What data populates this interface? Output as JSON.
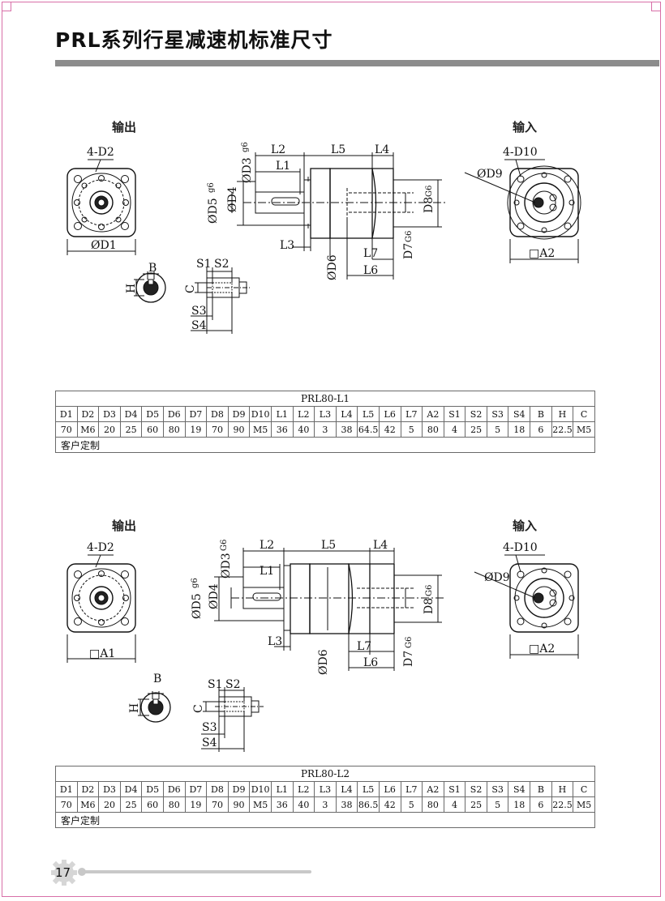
{
  "page": {
    "title": "PRL系列行星减速机标准尺寸",
    "page_number": "17"
  },
  "sections": [
    {
      "model": "PRL80-L1",
      "output_caption": "输出",
      "input_caption": "输入",
      "labels": {
        "d2": "4-D2",
        "d1": "ØD1",
        "d10": "4-D10",
        "d9": "ØD9",
        "a2": "□A2",
        "d3": "ØD3",
        "d3_tol": "g6",
        "d5": "ØD5",
        "d5_tol": "g6",
        "d4": "ØD4",
        "l1": "L1",
        "l2": "L2",
        "l3": "L3",
        "l4": "L4",
        "l5": "L5",
        "l6": "L6",
        "l7": "L7",
        "d6": "ØD6",
        "d7": "D7",
        "d7_tol": "G6",
        "d8": "D8",
        "d8_tol": "G6",
        "b": "B",
        "h": "H",
        "c": "C",
        "s1": "S1",
        "s2": "S2",
        "s3": "S3",
        "s4": "S4"
      },
      "headers": [
        "D1",
        "D2",
        "D3",
        "D4",
        "D5",
        "D6",
        "D7",
        "D8",
        "D9",
        "D10",
        "L1",
        "L2",
        "L3",
        "L4",
        "L5",
        "L6",
        "L7",
        "A2",
        "S1",
        "S2",
        "S3",
        "S4",
        "B",
        "H",
        "C"
      ],
      "values": [
        "70",
        "M6",
        "20",
        "25",
        "60",
        "80",
        "19",
        "70",
        "90",
        "M5",
        "36",
        "40",
        "3",
        "38",
        "64.5",
        "42",
        "5",
        "80",
        "4",
        "25",
        "5",
        "18",
        "6",
        "22.5",
        "M5"
      ],
      "note": "客户定制"
    },
    {
      "model": "PRL80-L2",
      "output_caption": "输出",
      "input_caption": "输入",
      "labels": {
        "d2": "4-D2",
        "d1": "□A1",
        "d10": "4-D10",
        "d9": "ØD9",
        "a2": "□A2",
        "d3": "ØD3",
        "d3_tol": "G6",
        "d5": "ØD5",
        "d5_tol": "g6",
        "d4": "ØD4",
        "l1": "L1",
        "l2": "L2",
        "l3": "L3",
        "l4": "L4",
        "l5": "L5",
        "l6": "L6",
        "l7": "L7",
        "d6": "ØD6",
        "d7": "D7",
        "d7_tol": "G6",
        "d8": "D8",
        "d8_tol": "G6",
        "b": "B",
        "h": "H",
        "c": "C",
        "s1": "S1",
        "s2": "S2",
        "s3": "S3",
        "s4": "S4"
      },
      "headers": [
        "D1",
        "D2",
        "D3",
        "D4",
        "D5",
        "D6",
        "D7",
        "D8",
        "D9",
        "D10",
        "L1",
        "L2",
        "L3",
        "L4",
        "L5",
        "L6",
        "L7",
        "A2",
        "S1",
        "S2",
        "S3",
        "S4",
        "B",
        "H",
        "C"
      ],
      "values": [
        "70",
        "M6",
        "20",
        "25",
        "60",
        "80",
        "19",
        "70",
        "90",
        "M5",
        "36",
        "40",
        "3",
        "38",
        "86.5",
        "42",
        "5",
        "80",
        "4",
        "25",
        "5",
        "18",
        "6",
        "22.5",
        "M5"
      ],
      "note": "客户定制"
    }
  ]
}
